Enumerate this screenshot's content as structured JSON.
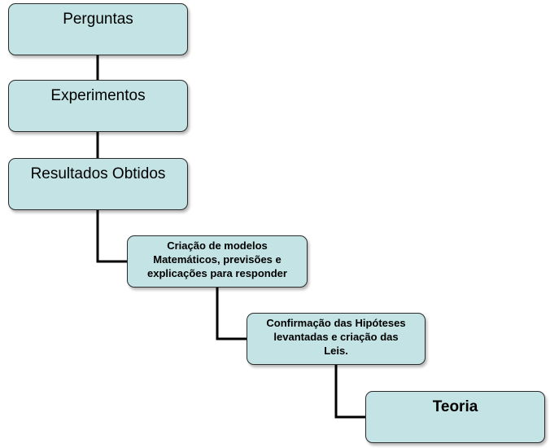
{
  "diagram": {
    "nodes": [
      {
        "id": "perguntas",
        "label": "Perguntas"
      },
      {
        "id": "experimentos",
        "label": "Experimentos"
      },
      {
        "id": "resultados",
        "label": "Resultados Obtidos"
      },
      {
        "id": "modelos",
        "label": "Criação de modelos\nMatemáticos, previsões e\nexplicações para responder"
      },
      {
        "id": "confirmacao",
        "label": "Confirmação das Hipóteses\nlevantadas e criação das\nLeis."
      },
      {
        "id": "teoria",
        "label": "Teoria"
      }
    ],
    "edges": [
      {
        "from": "perguntas",
        "to": "experimentos"
      },
      {
        "from": "experimentos",
        "to": "resultados"
      },
      {
        "from": "resultados",
        "to": "modelos"
      },
      {
        "from": "modelos",
        "to": "confirmacao"
      },
      {
        "from": "confirmacao",
        "to": "teoria"
      }
    ],
    "colors": {
      "node_fill": "#c3e3e4",
      "node_border": "#2b2b2b",
      "connector": "#000000"
    }
  }
}
